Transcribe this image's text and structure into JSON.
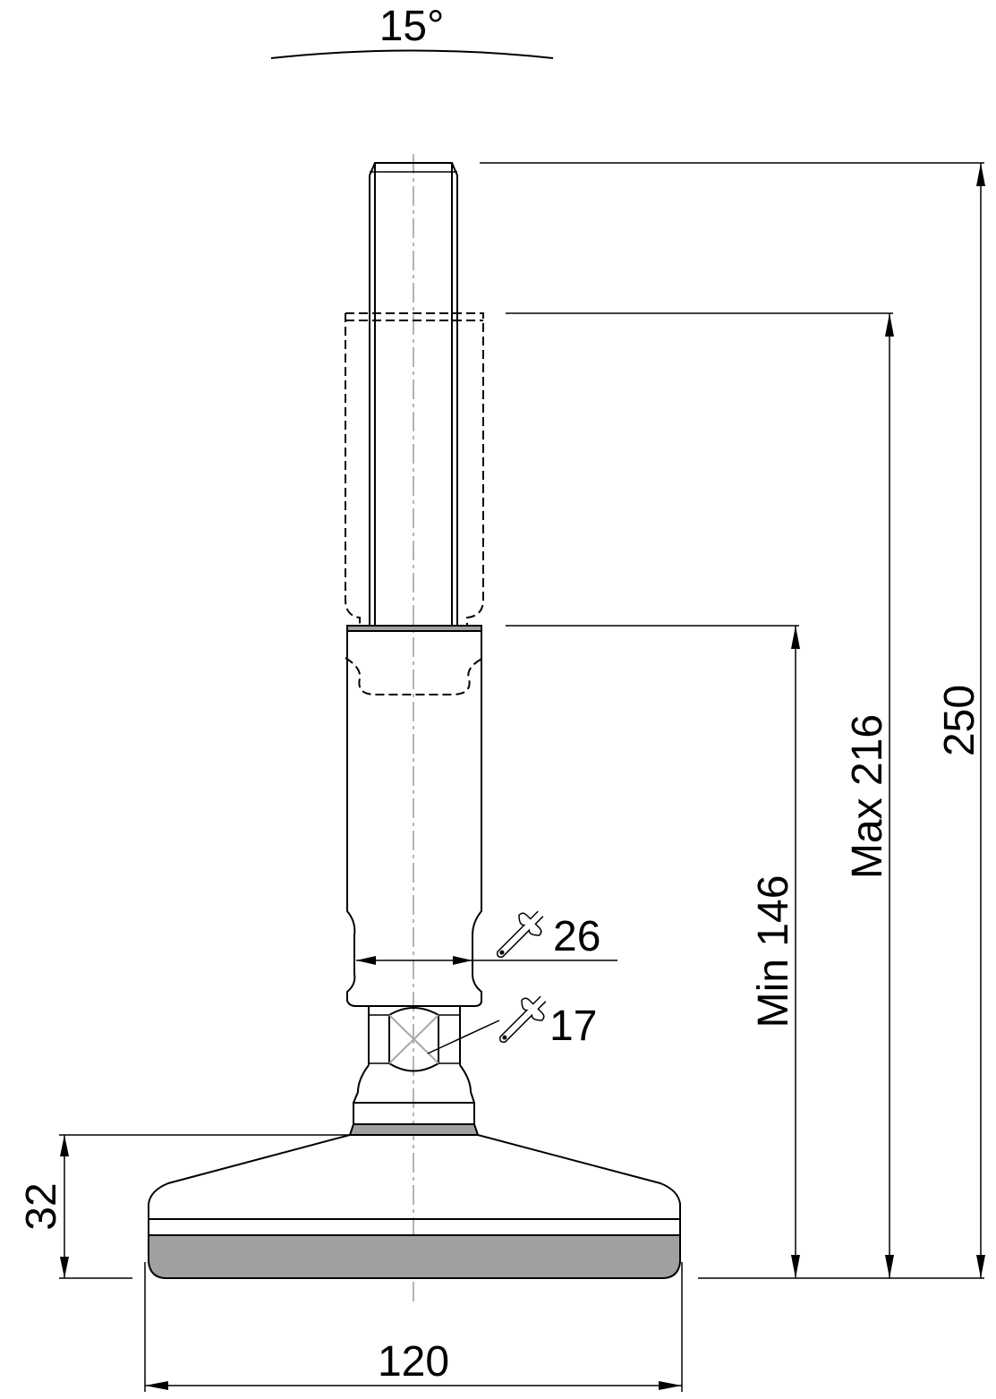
{
  "dimensions": {
    "angle": "15°",
    "total_height": "250",
    "max_height": "Max 216",
    "min_height": "Min 146",
    "base_height": "32",
    "base_diameter": "120",
    "wrench_upper": "26",
    "wrench_lower": "17"
  },
  "icons": {
    "wrench_upper": "wrench-icon",
    "wrench_lower": "wrench-icon"
  },
  "colors": {
    "line": "#000000",
    "fill_gray": "#a0a0a0",
    "centerline": "#9a9a9a"
  }
}
